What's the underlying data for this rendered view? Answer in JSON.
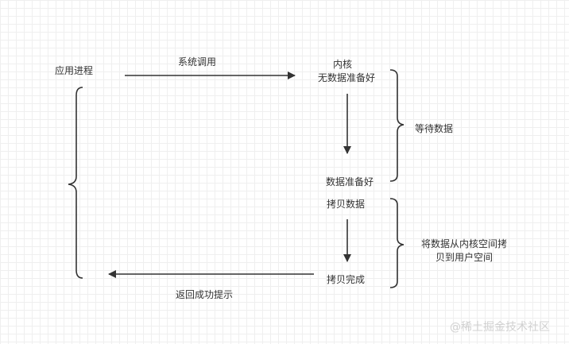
{
  "nodes": {
    "app_process": "应用进程",
    "kernel": "内核",
    "data_not_ready": "无数据准备好",
    "data_ready": "数据准备好",
    "copy_data": "拷贝数据",
    "copy_done": "拷贝完成"
  },
  "edges": {
    "syscall": "系统调用",
    "return_success": "返回成功提示"
  },
  "phases": {
    "wait_data": "等待数据",
    "copy_line1": "将数据从内核空间拷",
    "copy_line2": "贝到用户空间"
  },
  "watermark": "@稀土掘金技术社区",
  "colors": {
    "stroke": "#333333",
    "text": "#333333",
    "watermark": "#d0d0d0"
  }
}
